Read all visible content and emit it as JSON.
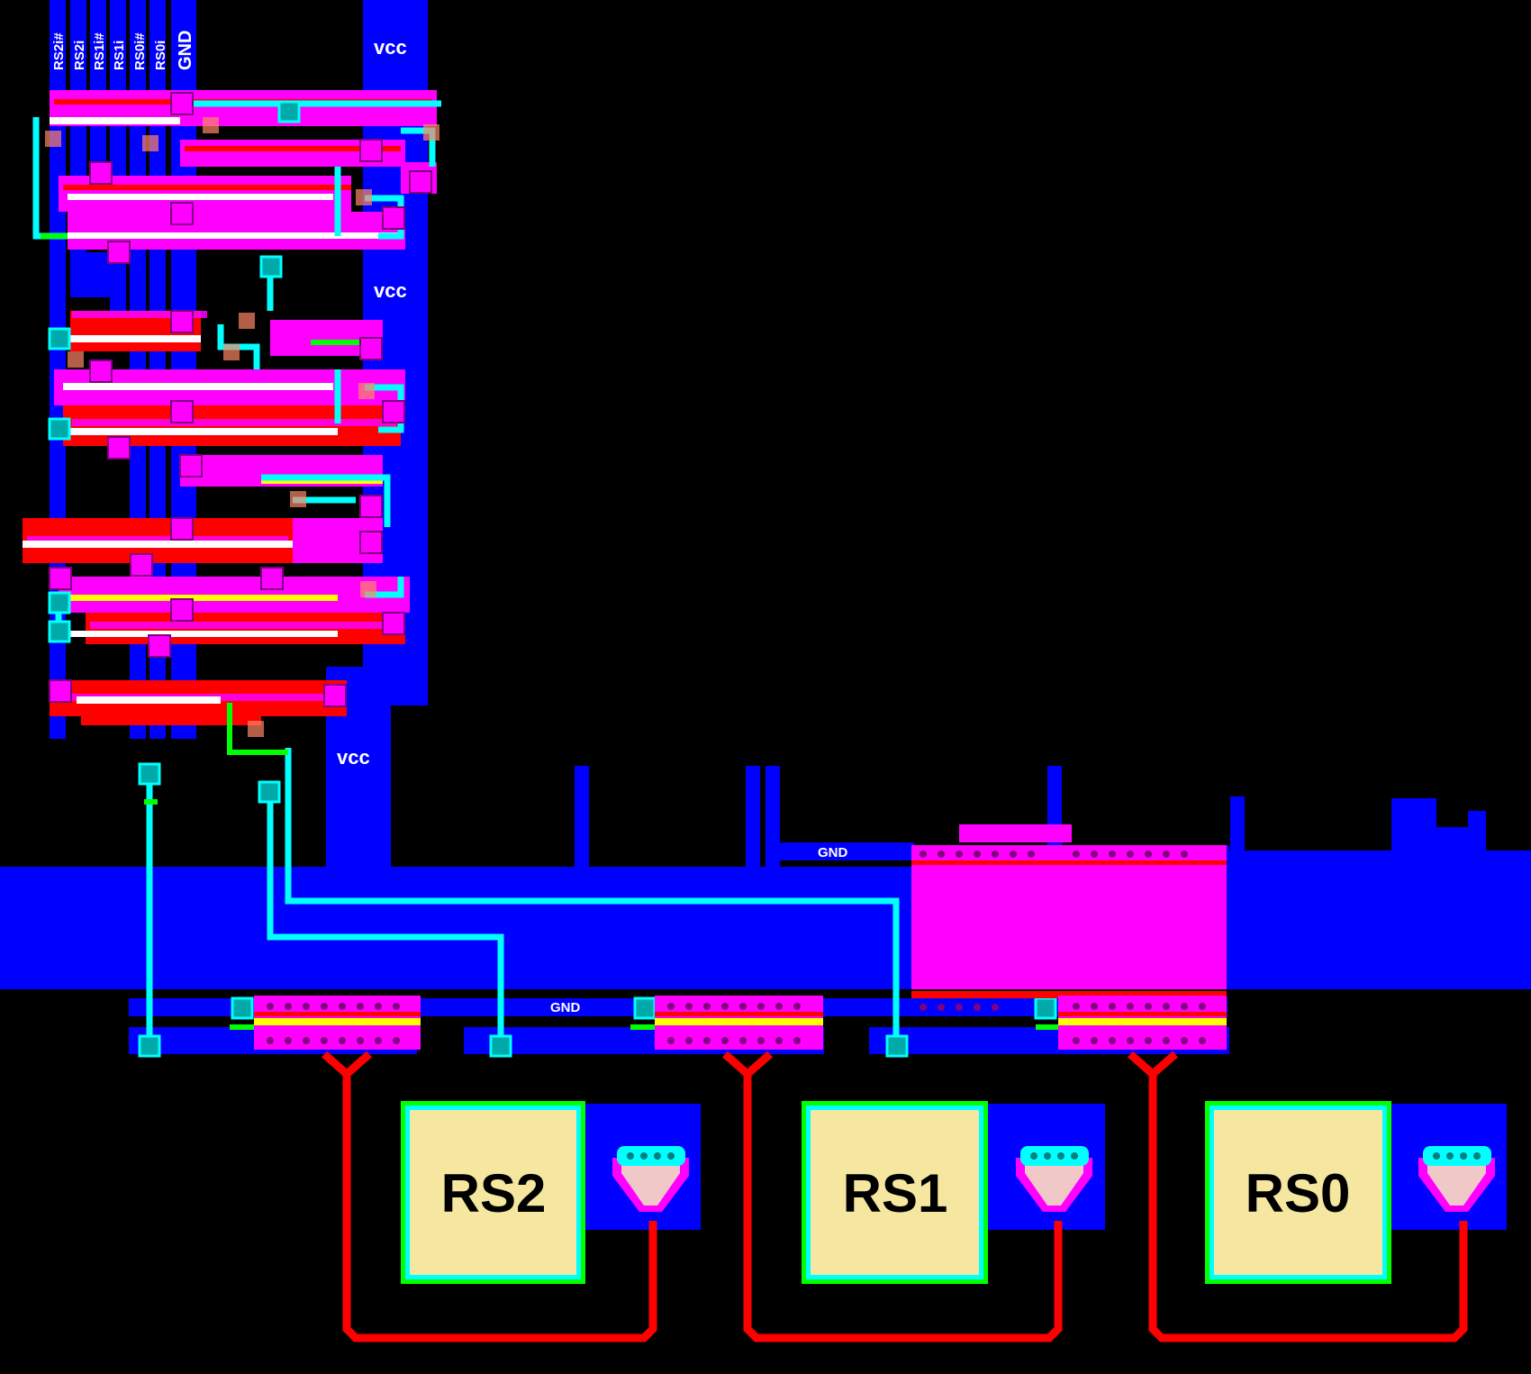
{
  "signals": {
    "rs2_inv": "RS2i#",
    "rs2": "RS2i",
    "rs1_inv": "RS1i#",
    "rs1": "RS1i",
    "rs0_inv": "RS0i#",
    "rs0": "RS0i",
    "gnd": "GND"
  },
  "rails": {
    "vcc_top": "vcc",
    "vcc_mid": "vcc",
    "vcc_low": "vcc",
    "gnd_upper": "GND",
    "gnd_lower": "GND"
  },
  "relays": {
    "rs2": "RS2",
    "rs1": "RS1",
    "rs0": "RS0"
  },
  "colors": {
    "background": "#000000",
    "metal": "#0000ff",
    "diffusion": "#ff00ff",
    "poly": "#ff0000",
    "contact": "#00ffff",
    "highlight": "#ffff00",
    "green": "#00ff00",
    "relay_body": "#f5e6a0"
  }
}
